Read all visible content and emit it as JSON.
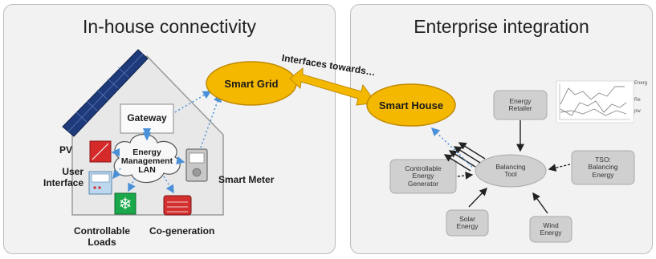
{
  "left_panel": {
    "title": "In-house connectivity",
    "gateway": "Gateway",
    "lan": "Energy\nManagement\nLAN",
    "pv": "PV",
    "user_interface": "User\nInterface",
    "smart_meter": "Smart Meter",
    "controllable_loads": "Controllable\nLoads",
    "cogeneration": "Co-generation"
  },
  "middle": {
    "smart_grid": "Smart Grid",
    "interfaces": "Interfaces towards…"
  },
  "right_panel": {
    "title": "Enterprise integration",
    "smart_house": "Smart House",
    "energy_retailer": "Energy\nRetailer",
    "balancing_tool": "Balancing\nTool",
    "controllable_generator": "Controllable\nEnergy\nGenerator",
    "tso": "TSO:\nBalancing\nEnergy",
    "solar": "Solar\nEnergy",
    "wind": "Wind\nEnergy",
    "chart_labels": [
      "Energ",
      "Re",
      "pw"
    ]
  },
  "colors": {
    "ellipse_fill": "#f5b800",
    "ellipse_stroke": "#c08a00",
    "house_fill": "#e8e8e8",
    "box_fill": "#d0d0d0",
    "dotted_arrow": "#4a90d9",
    "solar_panel": "#1e3a7a"
  }
}
